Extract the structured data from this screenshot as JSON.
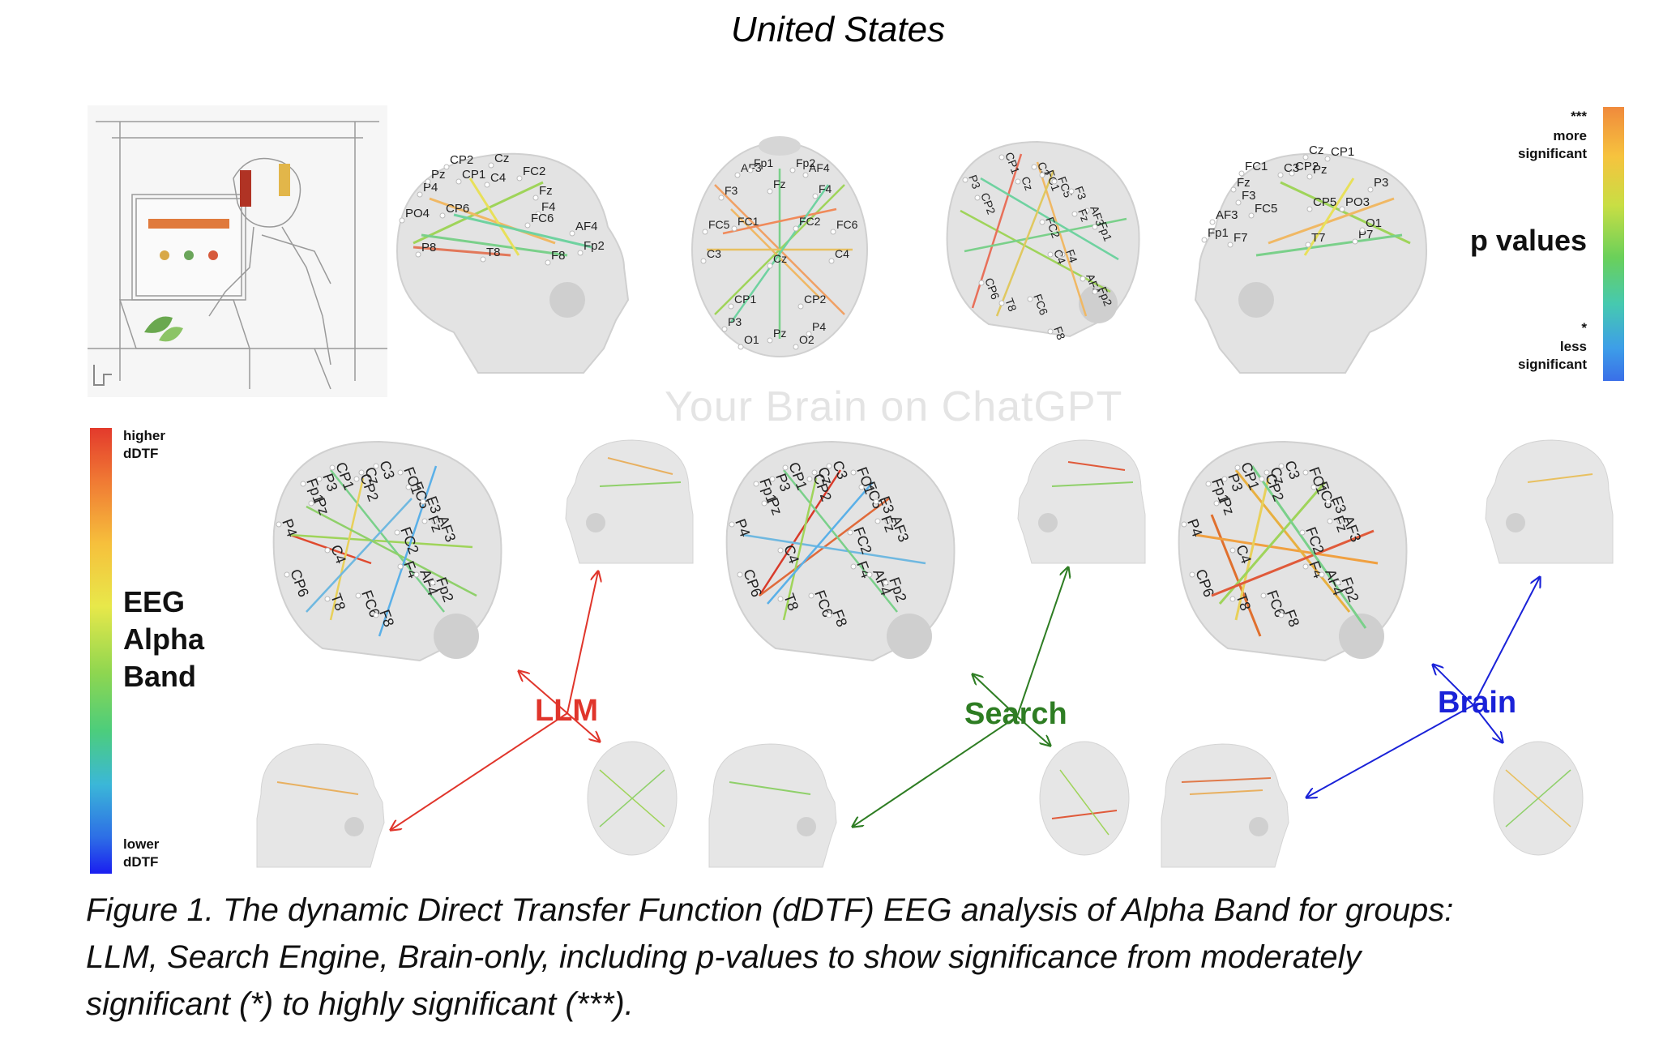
{
  "header": {
    "title": "United States"
  },
  "watermark": "Your Brain on ChatGPT",
  "p_legend": {
    "top_stars": "***",
    "top_text_1": "more",
    "top_text_2": "significant",
    "title": "p values",
    "bottom_stars": "*",
    "bottom_text_1": "less",
    "bottom_text_2": "significant"
  },
  "eeg_legend": {
    "top_text_1": "higher",
    "top_text_2": "dDTF",
    "title_1": "EEG",
    "title_2": "Alpha",
    "title_3": "Band",
    "bottom_text_1": "lower",
    "bottom_text_2": "dDTF"
  },
  "groups": {
    "llm": {
      "label": "LLM",
      "color": "#e0352b"
    },
    "search": {
      "label": "Search",
      "color": "#2e7d23"
    },
    "brain": {
      "label": "Brain",
      "color": "#1a22d8"
    }
  },
  "electrodes": {
    "top_side1": [
      "CP2",
      "Cz",
      "P4",
      "Pz",
      "CP1",
      "C4",
      "FC2",
      "PO4",
      "CP6",
      "Fz",
      "F4",
      "FC6",
      "AF4",
      "P8",
      "T8",
      "F8",
      "Fp2"
    ],
    "top_above": [
      "AF3",
      "Fp1",
      "Fp2",
      "AF4",
      "F3",
      "Fz",
      "F4",
      "FC5",
      "FC1",
      "FC2",
      "FC6",
      "C3",
      "Cz",
      "C4",
      "CP1",
      "CP2",
      "P3",
      "Pz",
      "P4",
      "O1",
      "O2"
    ],
    "top_oblique": [
      "CP1",
      "C3",
      "FC1",
      "FC5",
      "F3",
      "AF3",
      "Fp1",
      "P3",
      "CP2",
      "Cz",
      "FC2",
      "Fz",
      "F4",
      "AF4",
      "Fp2",
      "C4",
      "FC6",
      "F8",
      "T8",
      "CP6"
    ],
    "top_side2": [
      "Cz",
      "CP1",
      "FC1",
      "C3",
      "CP2",
      "Pz",
      "Fz",
      "F3",
      "FC5",
      "CP5",
      "P3",
      "PO3",
      "AF3",
      "Fp1",
      "F7",
      "T7",
      "P7",
      "O1"
    ],
    "big_oblique": [
      "CP1",
      "P3",
      "C3",
      "FC1",
      "FC5",
      "F3",
      "AF3",
      "Fp1",
      "Pz",
      "CP2",
      "Cz",
      "FC2",
      "Fz",
      "P4",
      "C4",
      "F4",
      "AF4",
      "Fp2",
      "CP6",
      "T8",
      "FC6",
      "F8"
    ]
  },
  "caption": {
    "line1": "Figure 1. The dynamic Direct Transfer Function (dDTF) EEG analysis of Alpha Band for groups:",
    "line2": "LLM, Search Engine, Brain-only, including p-values to show significance from moderately",
    "line3": "significant (*) to highly significant (***)."
  }
}
